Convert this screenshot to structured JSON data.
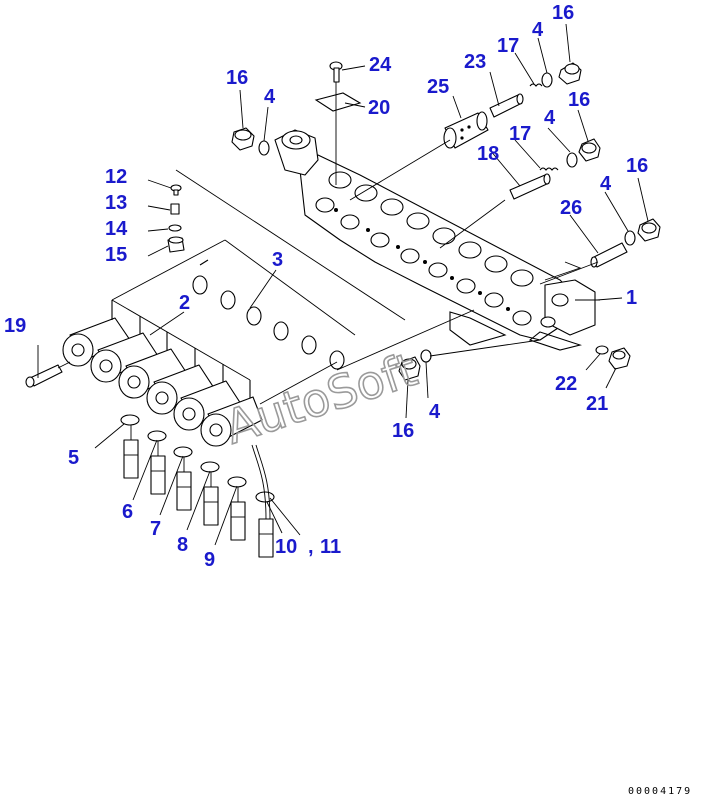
{
  "diagram": {
    "labels": [
      "1",
      "2",
      "3",
      "4",
      "4",
      "4",
      "4",
      "4",
      "5",
      "6",
      "7",
      "8",
      "9",
      "10",
      "11",
      "12",
      "13",
      "14",
      "15",
      "16",
      "16",
      "16",
      "16",
      "16",
      "17",
      "17",
      "18",
      "19",
      "20",
      "21",
      "22",
      "23",
      "24",
      "25",
      "26"
    ],
    "separator": ",",
    "watermark": "AutoSoft",
    "drawing_code": "00004179"
  }
}
